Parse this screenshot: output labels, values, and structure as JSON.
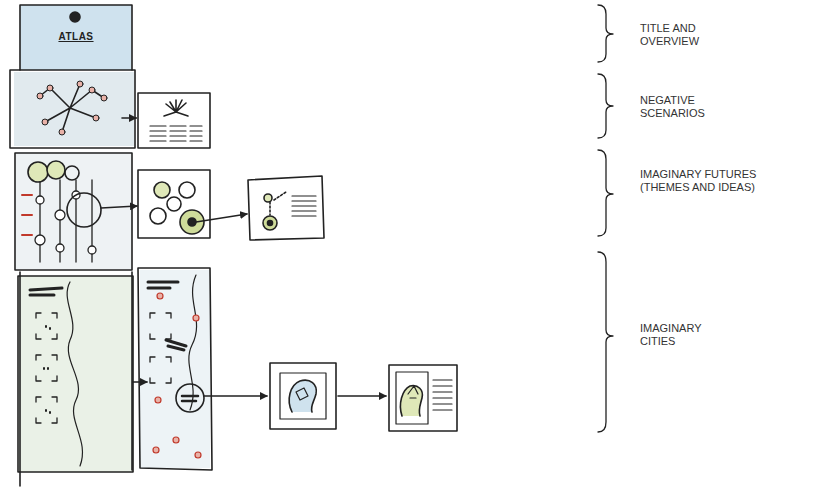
{
  "diagram": {
    "nodes": [
      {
        "text": [
          "ATLAS"
        ]
      }
    ],
    "labels": [
      "TITLE AND OVERVIEW",
      "NEGATIVE SCENARIOS",
      "IMAGINARY FUTURES (THEMES AND IDEAS)",
      "IMAGINARY CITIES"
    ]
  }
}
